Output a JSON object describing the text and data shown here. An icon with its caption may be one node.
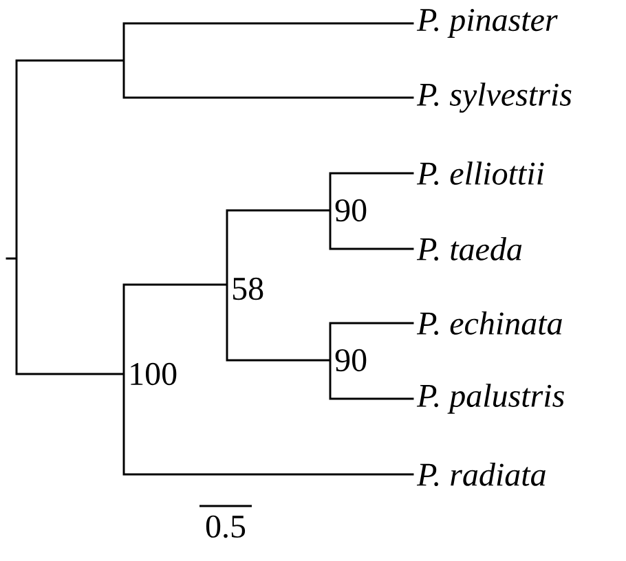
{
  "diagram": {
    "nodes": [
      {
        "text": [
          "*P. pinaster*"
        ]
      },
      {
        "text": [
          "*P. sylvestris*"
        ]
      },
      {
        "text": [
          "*P. elliottii*"
        ]
      },
      {
        "text": [
          "*P. taeda*"
        ]
      },
      {
        "text": [
          "*P. echinata*"
        ]
      },
      {
        "text": [
          "*P. palustris*"
        ]
      },
      {
        "text": [
          "*P. radiata*"
        ]
      }
    ],
    "labels": [
      "90",
      "58",
      "90",
      "100",
      "0.5"
    ]
  }
}
